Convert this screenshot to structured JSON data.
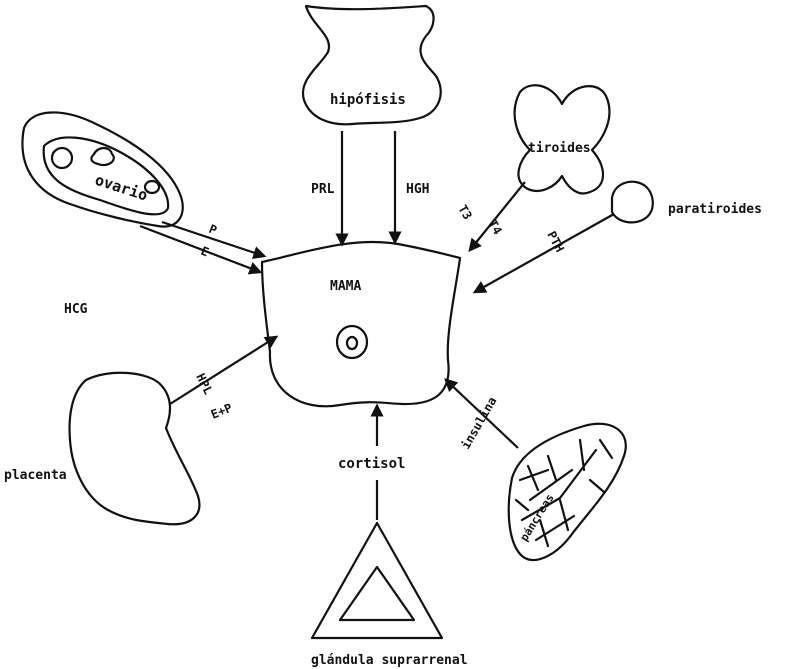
{
  "labels": {
    "center": "MAMA",
    "hipofisis": "hipófisis",
    "tiroides": "tiroides",
    "paratiroides": "paratiroides",
    "ovario": "ovario",
    "placenta": "placenta",
    "suprarrenal": "glándula suprarrenal",
    "pancreas": "páncreas"
  },
  "hormones": {
    "prl": "PRL",
    "hgh": "HGH",
    "t3": "T3",
    "t4": "T4",
    "pth": "PTH",
    "p": "P",
    "e": "E",
    "hcg": "HCG",
    "hpl": "HPL",
    "ep": "E+P",
    "cortisol": "cortisol",
    "insulina": "insulina"
  },
  "colors": {
    "ink": "#111111",
    "background": "#ffffff"
  }
}
